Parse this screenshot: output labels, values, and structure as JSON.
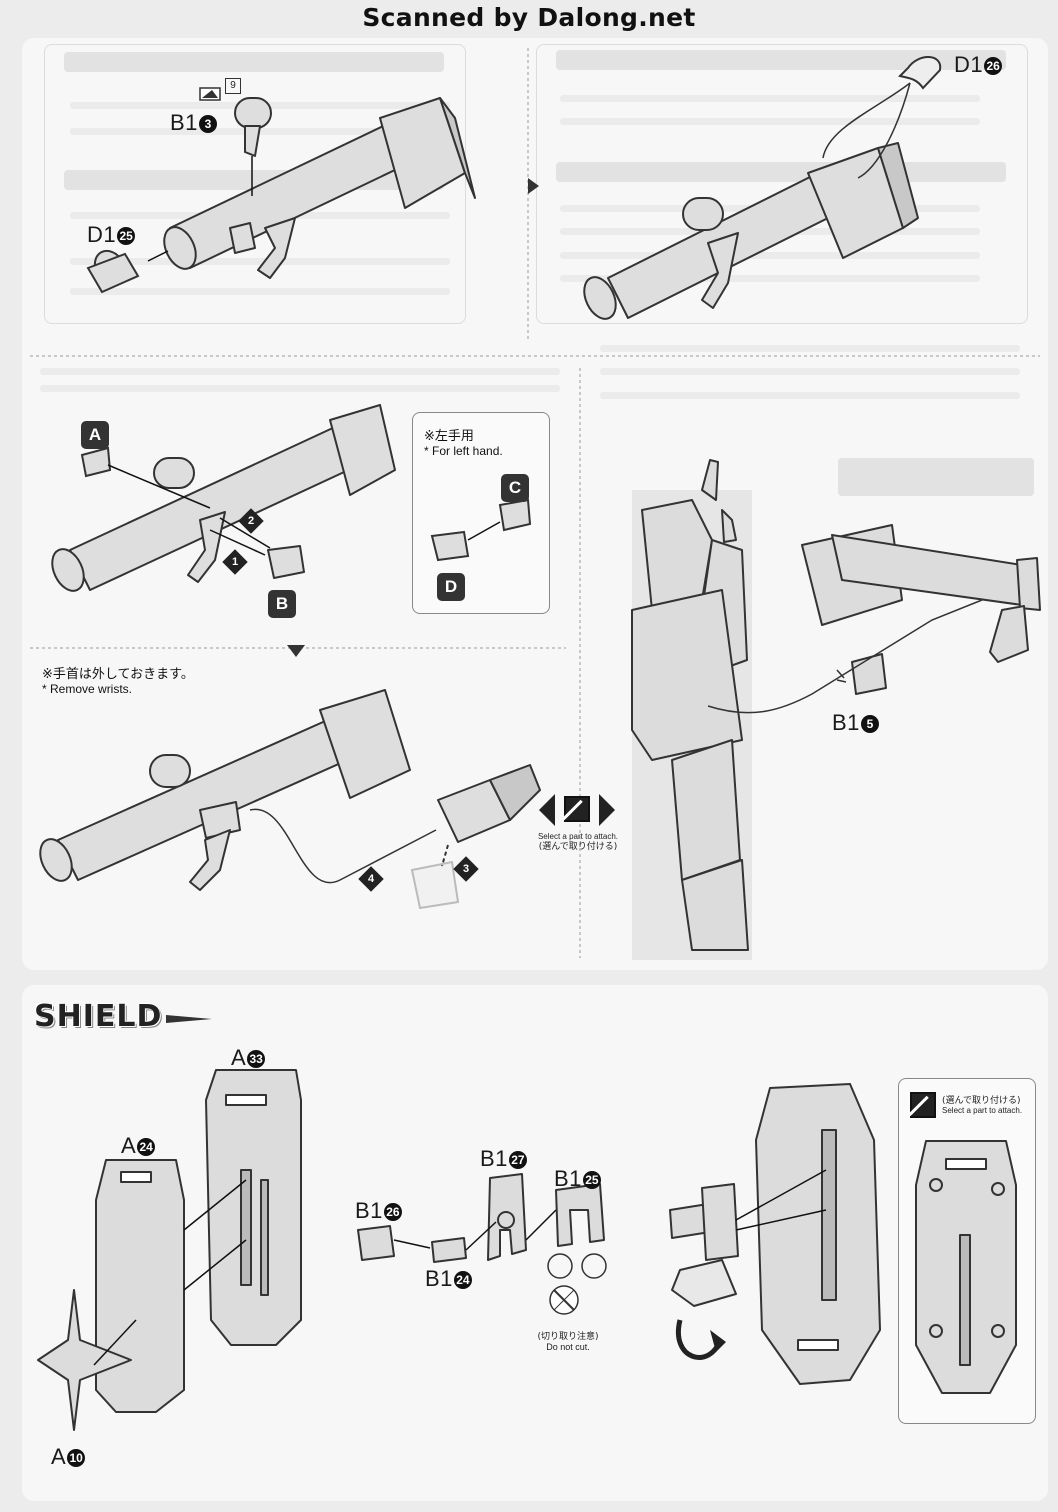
{
  "watermark": "Scanned by Dalong.net",
  "page": {
    "background": "#ececec",
    "panel_color": "#f7f7f7",
    "ink": "#222222"
  },
  "top_panel": {
    "step1": {
      "part_top": {
        "letter": "B1",
        "num": "3"
      },
      "part_left": {
        "letter": "D1",
        "num": "25"
      },
      "tool_icon": "nipper-icon",
      "tool_ref": "9"
    },
    "step2": {
      "part": {
        "letter": "D1",
        "num": "26"
      }
    },
    "step3": {
      "tag_a": "A",
      "tag_b": "B",
      "step_1": "1",
      "step_2": "2",
      "note_left_jp": "※左手用",
      "note_left_en": "* For left hand.",
      "tag_c": "C",
      "tag_d": "D"
    },
    "step4": {
      "note_jp": "※手首は外しておきます。",
      "note_en": "* Remove wrists.",
      "step_3": "3",
      "step_4": "4",
      "select_en": "Select a part to attach.",
      "select_jp": "(選んで取り付ける)"
    },
    "step5": {
      "part": {
        "letter": "B1",
        "num": "5"
      }
    }
  },
  "shield_panel": {
    "title": "SHIELD",
    "col1": {
      "part_a33": {
        "letter": "A",
        "num": "33"
      },
      "part_a24": {
        "letter": "A",
        "num": "24"
      },
      "part_a10": {
        "letter": "A",
        "num": "10"
      }
    },
    "col2": {
      "part_b27": {
        "letter": "B1",
        "num": "27"
      },
      "part_b25": {
        "letter": "B1",
        "num": "25"
      },
      "part_b26": {
        "letter": "B1",
        "num": "26"
      },
      "part_b24": {
        "letter": "B1",
        "num": "24"
      },
      "warn_jp": "(切り取り注意)",
      "warn_en": "Do not cut."
    },
    "col3": {
      "select_jp": "(選んで取り付ける)",
      "select_en": "Select a part to attach."
    }
  }
}
